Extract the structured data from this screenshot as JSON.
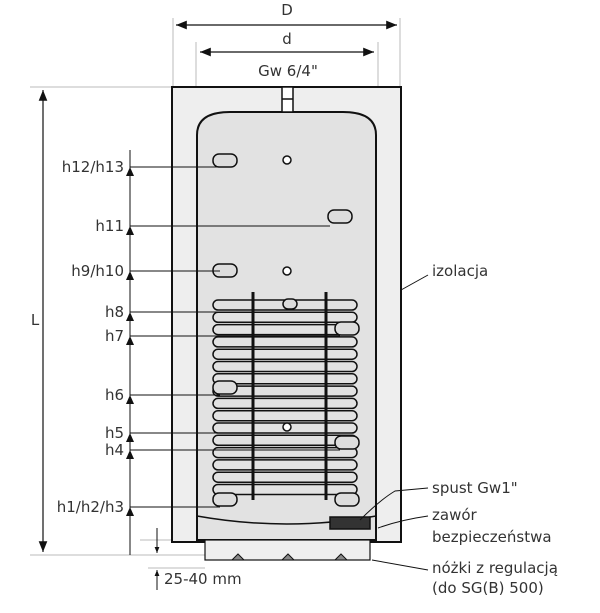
{
  "dimensions": {
    "outer_diameter": "D",
    "inner_diameter": "d",
    "top_connection": "Gw 6/4\"",
    "length": "L",
    "feet_adjust": "25-40 mm"
  },
  "height_labels": [
    "h12/h13",
    "h11",
    "h9/h10",
    "h8",
    "h7",
    "h6",
    "h5",
    "h4",
    "h1/h2/h3"
  ],
  "callouts": {
    "insulation": "izolacja",
    "drain": "spust Gw1\"",
    "valve_line1": "zawór",
    "valve_line2": "bezpieczeństwa",
    "feet_line1": "nóżki z regulacją",
    "feet_line2": "(do SG(B) 500)"
  },
  "colors": {
    "line": "#111111",
    "insulation": "#eeeeee",
    "tank": "#e4e4e4",
    "dim": "#555555"
  }
}
